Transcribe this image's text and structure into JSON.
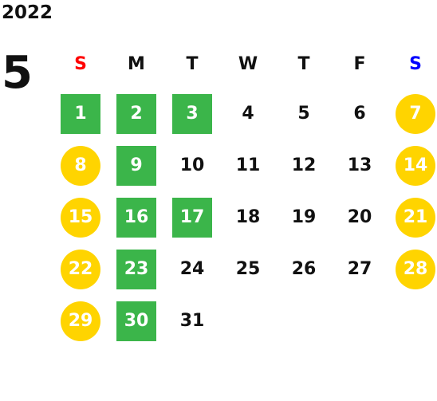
{
  "calendar": {
    "year": "2022",
    "month": "5",
    "weekdays": [
      {
        "label": "S",
        "color": "#ff0000"
      },
      {
        "label": "M",
        "color": "#111111"
      },
      {
        "label": "T",
        "color": "#111111"
      },
      {
        "label": "W",
        "color": "#111111"
      },
      {
        "label": "T",
        "color": "#111111"
      },
      {
        "label": "F",
        "color": "#111111"
      },
      {
        "label": "S",
        "color": "#0000ff"
      }
    ],
    "weeks": [
      [
        {
          "day": "1",
          "style": "green"
        },
        {
          "day": "2",
          "style": "green"
        },
        {
          "day": "3",
          "style": "green"
        },
        {
          "day": "4",
          "style": "plain"
        },
        {
          "day": "5",
          "style": "plain"
        },
        {
          "day": "6",
          "style": "plain"
        },
        {
          "day": "7",
          "style": "yellow"
        }
      ],
      [
        {
          "day": "8",
          "style": "yellow"
        },
        {
          "day": "9",
          "style": "green"
        },
        {
          "day": "10",
          "style": "plain"
        },
        {
          "day": "11",
          "style": "plain"
        },
        {
          "day": "12",
          "style": "plain"
        },
        {
          "day": "13",
          "style": "plain"
        },
        {
          "day": "14",
          "style": "yellow"
        }
      ],
      [
        {
          "day": "15",
          "style": "yellow"
        },
        {
          "day": "16",
          "style": "green"
        },
        {
          "day": "17",
          "style": "green"
        },
        {
          "day": "18",
          "style": "plain"
        },
        {
          "day": "19",
          "style": "plain"
        },
        {
          "day": "20",
          "style": "plain"
        },
        {
          "day": "21",
          "style": "yellow"
        }
      ],
      [
        {
          "day": "22",
          "style": "yellow"
        },
        {
          "day": "23",
          "style": "green"
        },
        {
          "day": "24",
          "style": "plain"
        },
        {
          "day": "25",
          "style": "plain"
        },
        {
          "day": "26",
          "style": "plain"
        },
        {
          "day": "27",
          "style": "plain"
        },
        {
          "day": "28",
          "style": "yellow"
        }
      ],
      [
        {
          "day": "29",
          "style": "yellow"
        },
        {
          "day": "30",
          "style": "green"
        },
        {
          "day": "31",
          "style": "plain"
        }
      ]
    ]
  },
  "colors": {
    "green_highlight": "#3bb54a",
    "yellow_highlight": "#ffd400",
    "sunday_label": "#ff0000",
    "saturday_label": "#0000ff"
  }
}
